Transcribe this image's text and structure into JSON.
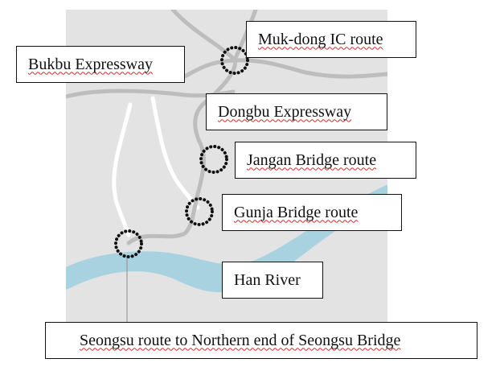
{
  "colors": {
    "land": "#e3e3e3",
    "road_major": "#bdbdbd",
    "road_minor": "#ffffff",
    "river": "#a9d2e1",
    "marker": "#111111",
    "leader_line": "#9a9a9a",
    "spellcheck_underline": "#d42a2a"
  },
  "map": {
    "roads": [
      "Bukbu Expressway",
      "Dongbu Expressway"
    ],
    "river": "Han River"
  },
  "labels": {
    "mukdong": "Muk-dong IC route",
    "bukbu": "Bukbu Expressway",
    "dongbu": "Dongbu Expressway",
    "jangan": "Jangan Bridge route",
    "gunja": "Gunja Bridge route",
    "han_river": "Han River",
    "seongsu": "Seongsu route to Northern end of Seongsu Bridge"
  },
  "markers": [
    "muk-dong-ic-marker",
    "jangan-bridge-marker",
    "gunja-bridge-marker",
    "seongsu-marker"
  ]
}
